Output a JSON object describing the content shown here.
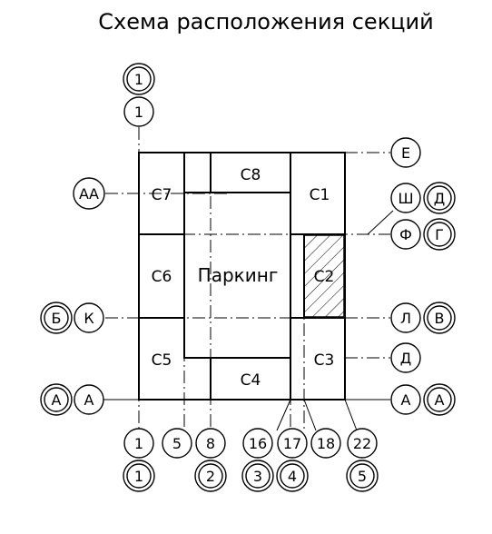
{
  "title": "Схема расположения секций",
  "parking_label": "Паркинг",
  "sections": {
    "c1": "С1",
    "c2": "С2",
    "c3": "С3",
    "c4": "С4",
    "c5": "С5",
    "c6": "С6",
    "c7": "С7",
    "c8": "С8"
  },
  "axes": {
    "top": {
      "row1": "1",
      "row2": "1"
    },
    "left": {
      "aa": "АА",
      "b": "Б",
      "k": "К",
      "a1": "А",
      "a2": "А"
    },
    "right": {
      "e": "Е",
      "sh": "Ш",
      "d": "Д",
      "f": "Ф",
      "g": "Г",
      "l": "Л",
      "v": "В",
      "d2": "Д",
      "a1": "А",
      "a2": "А"
    },
    "bottom": {
      "row1": [
        "1",
        "5",
        "8",
        "16",
        "17",
        "18",
        "22"
      ],
      "row2": [
        "1",
        "2",
        "3",
        "4",
        "5"
      ]
    }
  }
}
